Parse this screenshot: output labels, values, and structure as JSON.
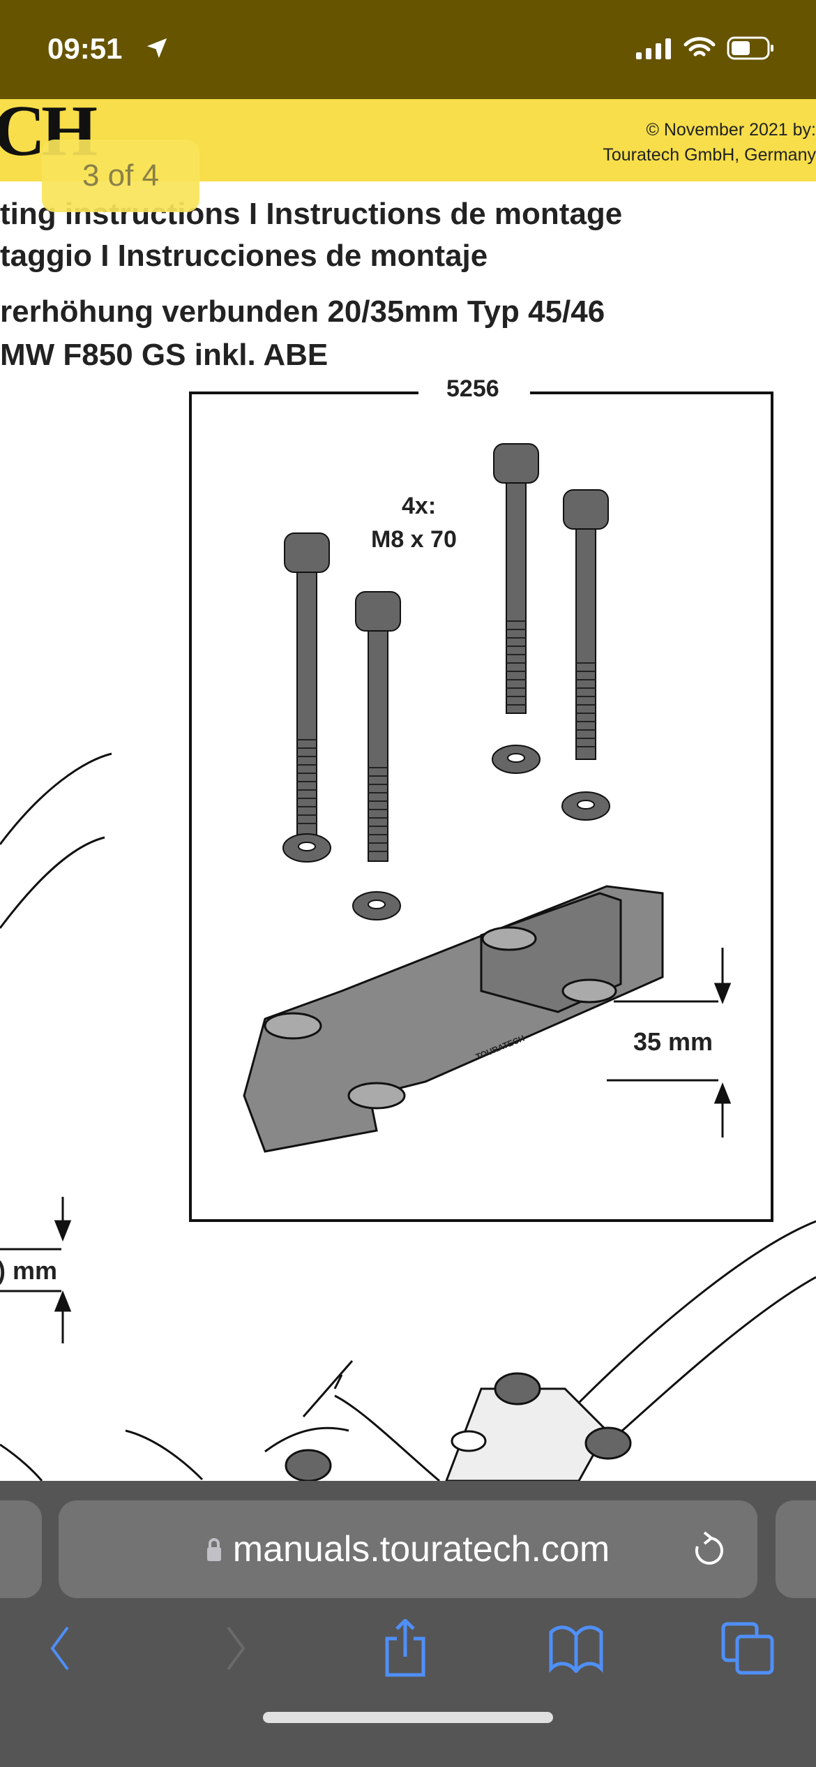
{
  "status_bar": {
    "time": "09:51"
  },
  "header": {
    "logo_text": "CH",
    "copyright_line1": "© November 2021 by:",
    "copyright_line2": "Touratech GmbH, Germany"
  },
  "page_indicator": "3 of 4",
  "document": {
    "title_line1": "ting instructions  I  Instructions de montage",
    "title_line2": "taggio  I  Instrucciones  de  montaje",
    "subtitle_line1": "rerhöhung verbunden 20/35mm Typ 45/46",
    "subtitle_line2": "MW F850 GS inkl. ABE",
    "part_number": "5256",
    "bolt_qty": "4x:",
    "bolt_spec": "M8 x 70",
    "riser_height": "35 mm",
    "left_dimension": ") mm",
    "brand_mark": "TOURATECH"
  },
  "browser": {
    "url": "manuals.touratech.com",
    "accent": "#4f8ff7"
  }
}
